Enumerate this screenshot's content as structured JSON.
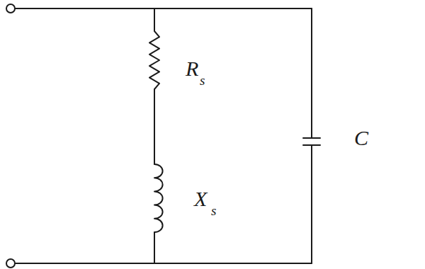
{
  "diagram": {
    "labels": [
      "R",
      "s",
      "X",
      "s",
      "C"
    ]
  }
}
